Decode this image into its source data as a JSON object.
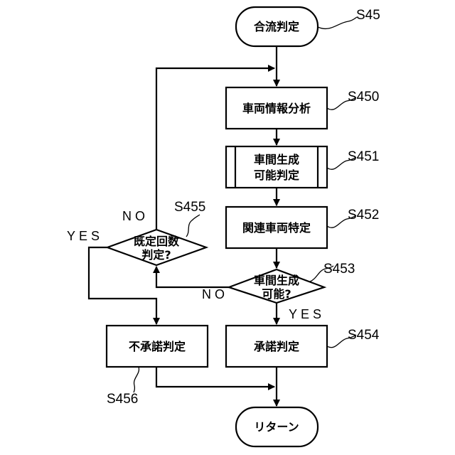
{
  "nodes": {
    "start": {
      "text": "合流判定",
      "label": "S45"
    },
    "s450": {
      "text": "車両情報分析",
      "label": "S450"
    },
    "s451": {
      "line1": "車間生成",
      "line2": "可能判定",
      "label": "S451"
    },
    "s452": {
      "text": "関連車両特定",
      "label": "S452"
    },
    "s453": {
      "line1": "車間生成",
      "line2": "可能?",
      "label": "S453"
    },
    "s454": {
      "text": "承諾判定",
      "label": "S454"
    },
    "s455": {
      "line1": "既定回数",
      "line2": "判定?",
      "label": "S455"
    },
    "s456": {
      "text": "不承諾判定",
      "label": "S456"
    },
    "end": {
      "text": "リターン"
    }
  },
  "branches": {
    "s453_yes": "YES",
    "s453_no": "NO",
    "s455_yes": "YES",
    "s455_no": "NO"
  },
  "edges": [
    {
      "from": "start",
      "to": "s450"
    },
    {
      "from": "s450",
      "to": "s451"
    },
    {
      "from": "s451",
      "to": "s452"
    },
    {
      "from": "s452",
      "to": "s453"
    },
    {
      "from": "s453",
      "to": "s454",
      "branch": "YES"
    },
    {
      "from": "s453",
      "to": "s455",
      "branch": "NO"
    },
    {
      "from": "s455",
      "to": "s456",
      "branch": "YES"
    },
    {
      "from": "s455",
      "to": "s450",
      "branch": "NO"
    },
    {
      "from": "s454",
      "to": "end"
    },
    {
      "from": "s456",
      "to": "end"
    }
  ]
}
